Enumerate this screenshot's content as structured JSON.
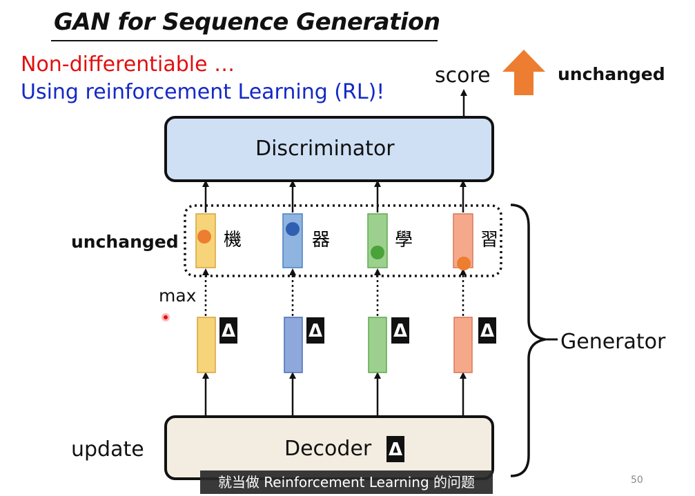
{
  "slide": {
    "title": "GAN for Sequence Generation",
    "line_red": "Non-differentiable …",
    "line_blue": "Using reinforcement Learning (RL)!",
    "page_number": "50"
  },
  "diagram": {
    "score_label": "score",
    "unchanged_top": "unchanged",
    "unchanged_left": "unchanged",
    "max_label": "max",
    "discriminator_label": "Discriminator",
    "decoder_label": "Decoder",
    "delta_symbol": "Δ",
    "generator_label": "Generator",
    "update_label": "update",
    "tokens": [
      {
        "char": "機",
        "color": "#f6d47a"
      },
      {
        "char": "器",
        "color": "#8fb4e0"
      },
      {
        "char": "學",
        "color": "#9dd08f"
      },
      {
        "char": "習",
        "color": "#f5a98a"
      }
    ],
    "colors": {
      "arrow_orange": "#ed7d31",
      "discriminator_fill": "#cfe0f5",
      "decoder_fill": "#f3ece0"
    }
  },
  "subtitle": "就当做 Reinforcement Learning 的问题"
}
